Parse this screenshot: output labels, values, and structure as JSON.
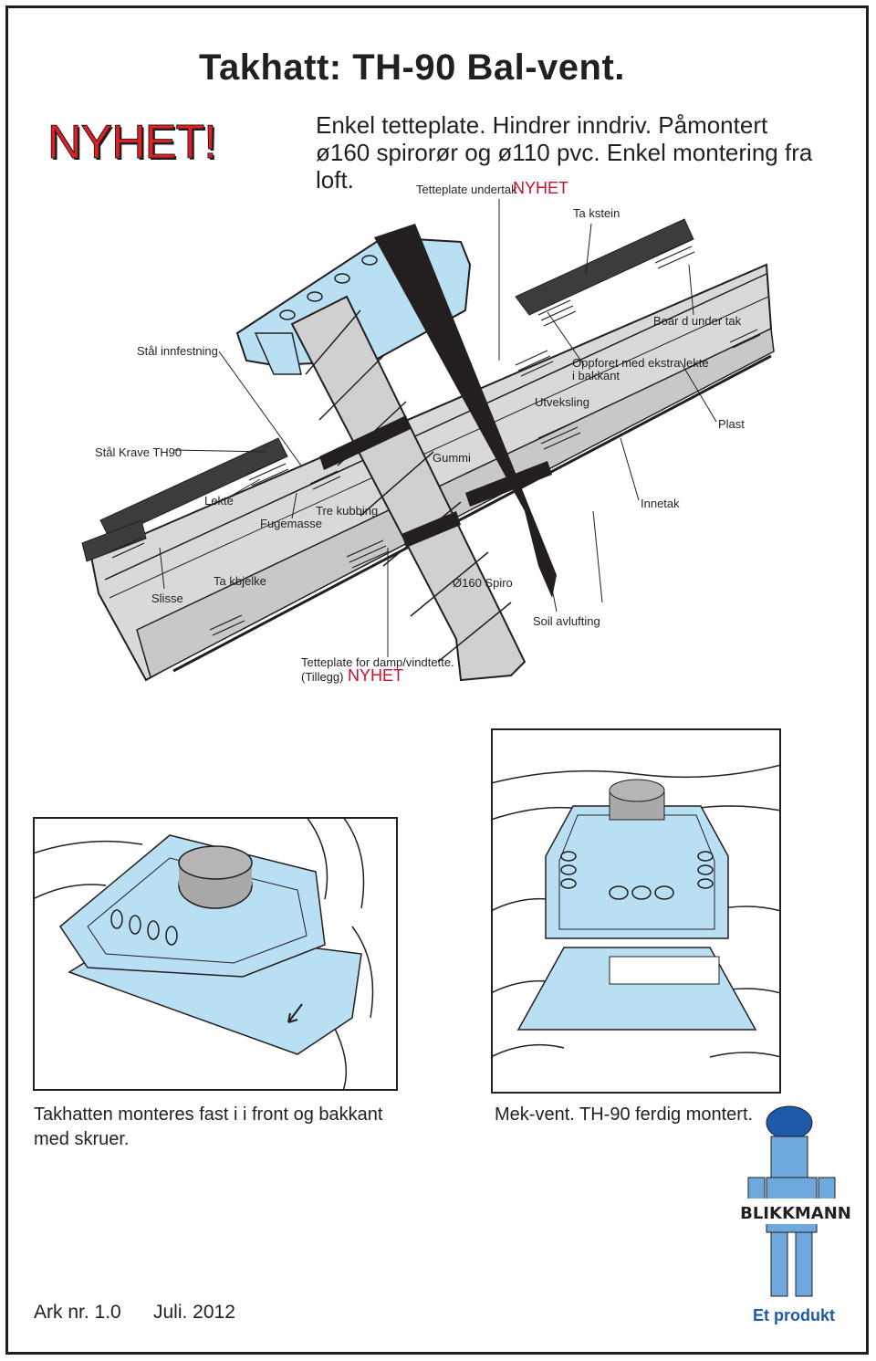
{
  "header": {
    "title": "Takhatt:  TH-90  Bal-vent.",
    "badge": "NYHET!",
    "subtitle": "Enkel  tetteplate. Hindrer  inndriv.  Påmontert ø160 spirorør og ø110 pvc. Enkel montering fra loft."
  },
  "diagram": {
    "labels": {
      "tetteplate_undertak": "Tetteplate undertak",
      "nyhet_top": "NYHET",
      "takstein": "Ta kstein",
      "board_undertak": "Boar d under tak",
      "staal_innfestning": "Stål innfestning",
      "oppforet": "Oppforet med ekstra lekte i bakkant",
      "utveksling": "Utveksling",
      "plast": "Plast",
      "staal_krave": "Stål Krave TH90",
      "gummi": "Gummi",
      "lekte": "Lekte",
      "tre_kubbing": "Tre kubbing",
      "fugemasse": "Fugemasse",
      "innetak": "Innetak",
      "slisse": "Slisse",
      "takbjelke": "Ta kbjelke",
      "spiro": "Ø160 Spiro",
      "soil": "Soil avlufting",
      "tetteplate_damp": "Tetteplate for damp/vindtette.",
      "tillegg": "(Tillegg)",
      "nyhet_bottom": "NYHET"
    }
  },
  "captions": {
    "left": "Takhatten monteres fast i  i  front og bakkant med skruer.",
    "right": "Mek-vent. TH-90  ferdig montert."
  },
  "footer": {
    "ark": "Ark  nr.  1.0",
    "date": "Juli.  2012",
    "brand": "BLIKKMANN",
    "product": "Et   produkt"
  },
  "colors": {
    "accent_red": "#e31e24",
    "light_blue": "#b8e0f2",
    "line": "#231f20",
    "roof_grey": "#d9d9d9",
    "brand_blue": "#1e5aa8"
  }
}
